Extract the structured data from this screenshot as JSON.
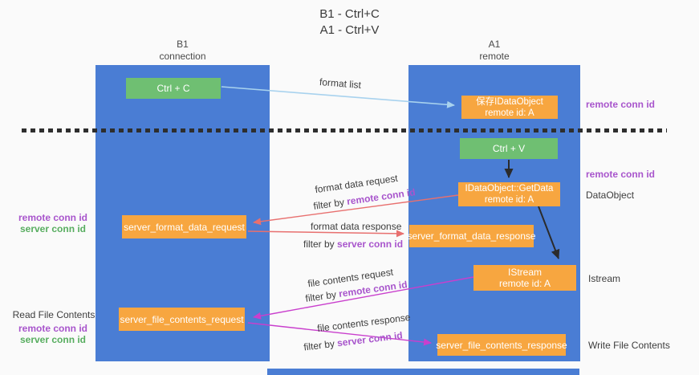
{
  "title": {
    "line1": "B1 - Ctrl+C",
    "line2": "A1 - Ctrl+V"
  },
  "columns": {
    "left": {
      "name": "B1",
      "role": "connection"
    },
    "right": {
      "name": "A1",
      "role": "remote"
    }
  },
  "nodes": {
    "ctrl_c": {
      "label": "Ctrl + C"
    },
    "ctrl_v": {
      "label": "Ctrl + V"
    },
    "save_dataobject": {
      "line1": "保存IDataObject",
      "line2": "remote id: A"
    },
    "getdata": {
      "line1": "IDataObject::GetData",
      "line2": "remote id: A"
    },
    "istream": {
      "line1": "IStream",
      "line2": "remote id: A"
    },
    "format_request": {
      "label": "server_format_data_request"
    },
    "format_response": {
      "label": "server_format_data_response"
    },
    "file_request": {
      "label": "server_file_contents_request"
    },
    "file_response": {
      "label": "server_file_contents_response"
    }
  },
  "flow_labels": {
    "format_list": "format list",
    "format_data_request": "format data request",
    "format_data_response": "format data response",
    "file_contents_request": "file contents request",
    "file_contents_response": "file contents response",
    "filter_by": "filter by",
    "remote_conn_id": "remote conn id",
    "server_conn_id": "server conn id"
  },
  "side_labels": {
    "remote_conn_id": "remote conn id",
    "server_conn_id": "server conn id",
    "dataobject": "DataObject",
    "istream": "Istream",
    "read_file_contents": "Read File Contents",
    "write_file_contents": "Write File Contents"
  },
  "colors": {
    "panel_blue": "#4a7dd4",
    "box_green": "#6fbf72",
    "box_orange": "#f7a640",
    "arrow_blue": "#a8d2ee",
    "arrow_red": "#e8706f",
    "arrow_magenta": "#c93fcd",
    "arrow_black": "#2b2b2b",
    "text_purple": "#a855cc",
    "text_green": "#57ad5f"
  }
}
